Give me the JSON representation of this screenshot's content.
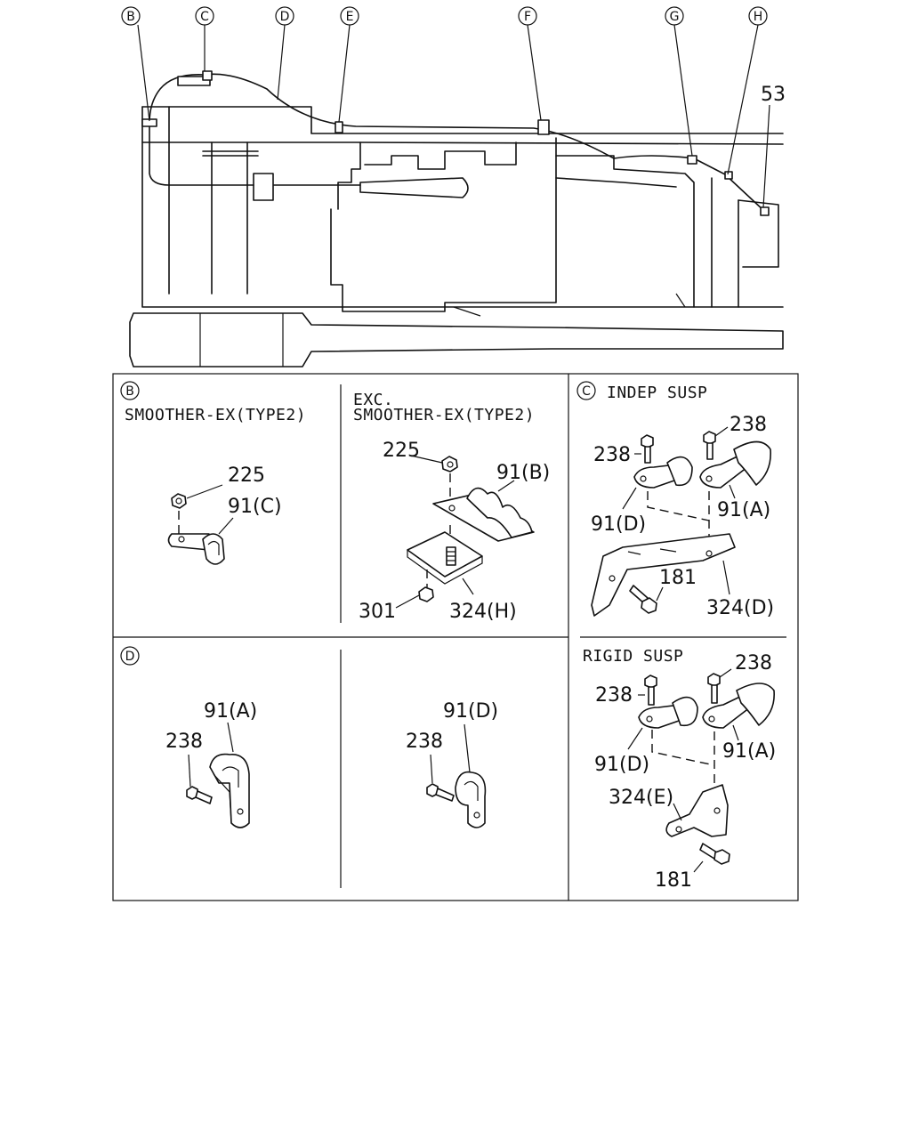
{
  "callouts": [
    "B",
    "C",
    "D",
    "E",
    "F",
    "G",
    "H"
  ],
  "part_53": "53",
  "panel_b": {
    "key": "B",
    "left_title": "SMOOTHER-EX(TYPE2)",
    "left_labels": {
      "nut": "225",
      "clip": "91(C)"
    },
    "right_title_1": "EXC.",
    "right_title_2": "SMOOTHER-EX(TYPE2)",
    "right_labels": {
      "nut": "225",
      "clip": "91(B)",
      "nut2": "301",
      "bracket": "324(H)"
    }
  },
  "panel_c": {
    "key": "C",
    "top_title": "INDEP SUSP",
    "top_labels": {
      "bolt_left": "238",
      "bolt_right": "238",
      "clip_left": "91(D)",
      "clip_right": "91(A)",
      "bolt_bracket": "181",
      "bracket": "324(D)"
    },
    "bottom_title": "RIGID SUSP",
    "bottom_labels": {
      "bolt_left": "238",
      "bolt_right": "238",
      "clip_left": "91(D)",
      "clip_right": "91(A)",
      "bracket": "324(E)",
      "bolt_bracket": "181"
    }
  },
  "panel_d": {
    "key": "D",
    "left_labels": {
      "clip": "91(A)",
      "bolt": "238"
    },
    "right_labels": {
      "clip": "91(D)",
      "bolt": "238"
    }
  }
}
